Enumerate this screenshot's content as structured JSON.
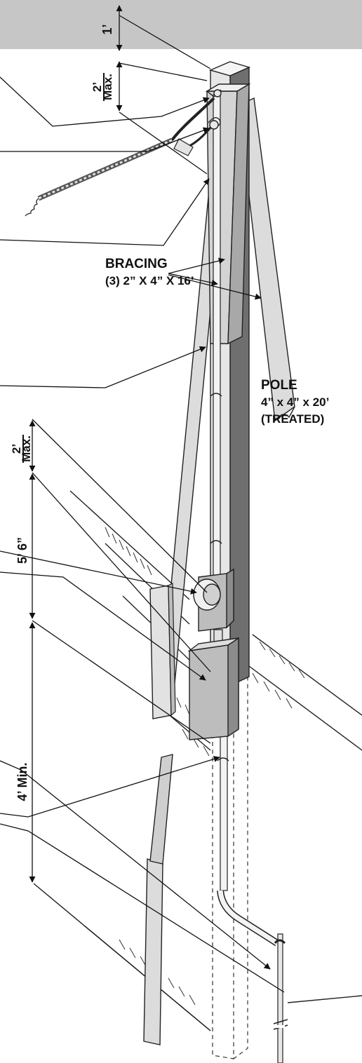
{
  "dimensions": {
    "top_clearance": "1’",
    "hook_max_number": "2’",
    "hook_max_word": "Max.",
    "meter_max_number": "2’",
    "meter_max_word": "Max.",
    "meter_height": "5’ 6”",
    "burial_depth": "4’ Min."
  },
  "labels": {
    "bracing_title": "BRACING",
    "bracing_spec": "(3) 2” X 4” X 16’",
    "pole_title": "POLE",
    "pole_spec": "4” x 4” x 20’",
    "pole_note": "(TREATED)"
  },
  "colors": {
    "header_band": "#c6c6c6",
    "pole_front": "#e6e6e6",
    "pole_side": "#6f6f6f",
    "brace": "#dcdcdc",
    "box": "#bdbdbd"
  }
}
